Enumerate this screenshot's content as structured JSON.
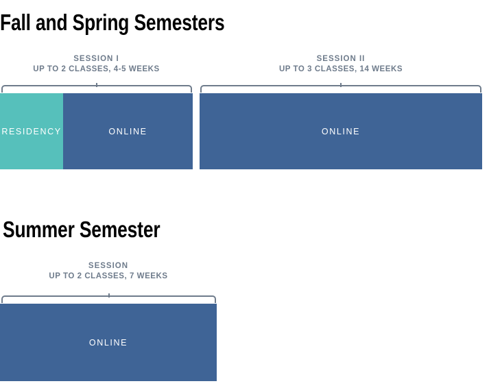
{
  "colors": {
    "online": "#3f6496",
    "residency": "#56c0bb",
    "bracket": "#6e7b8b",
    "label": "#6e7b8b",
    "title": "#000000",
    "bar_label": "#ffffff",
    "background": "#ffffff"
  },
  "sections": [
    {
      "id": "fall-spring",
      "title": "Fall and Spring Semesters",
      "sessions": [
        {
          "id": "session-1",
          "name": "SESSION I",
          "detail": "UP TO 2 CLASSES, 4-5 WEEKS",
          "segments": [
            {
              "label": "RESIDENCY",
              "type": "residency"
            },
            {
              "label": "ONLINE",
              "type": "online"
            }
          ]
        },
        {
          "id": "session-2",
          "name": "SESSION II",
          "detail": "UP TO 3 CLASSES, 14 WEEKS",
          "segments": [
            {
              "label": "ONLINE",
              "type": "online"
            }
          ]
        }
      ]
    },
    {
      "id": "summer",
      "title": "Summer Semester",
      "sessions": [
        {
          "id": "session-summer",
          "name": "SESSION",
          "detail": "UP TO 2 CLASSES, 7 WEEKS",
          "segments": [
            {
              "label": "ONLINE",
              "type": "online"
            }
          ]
        }
      ]
    }
  ]
}
